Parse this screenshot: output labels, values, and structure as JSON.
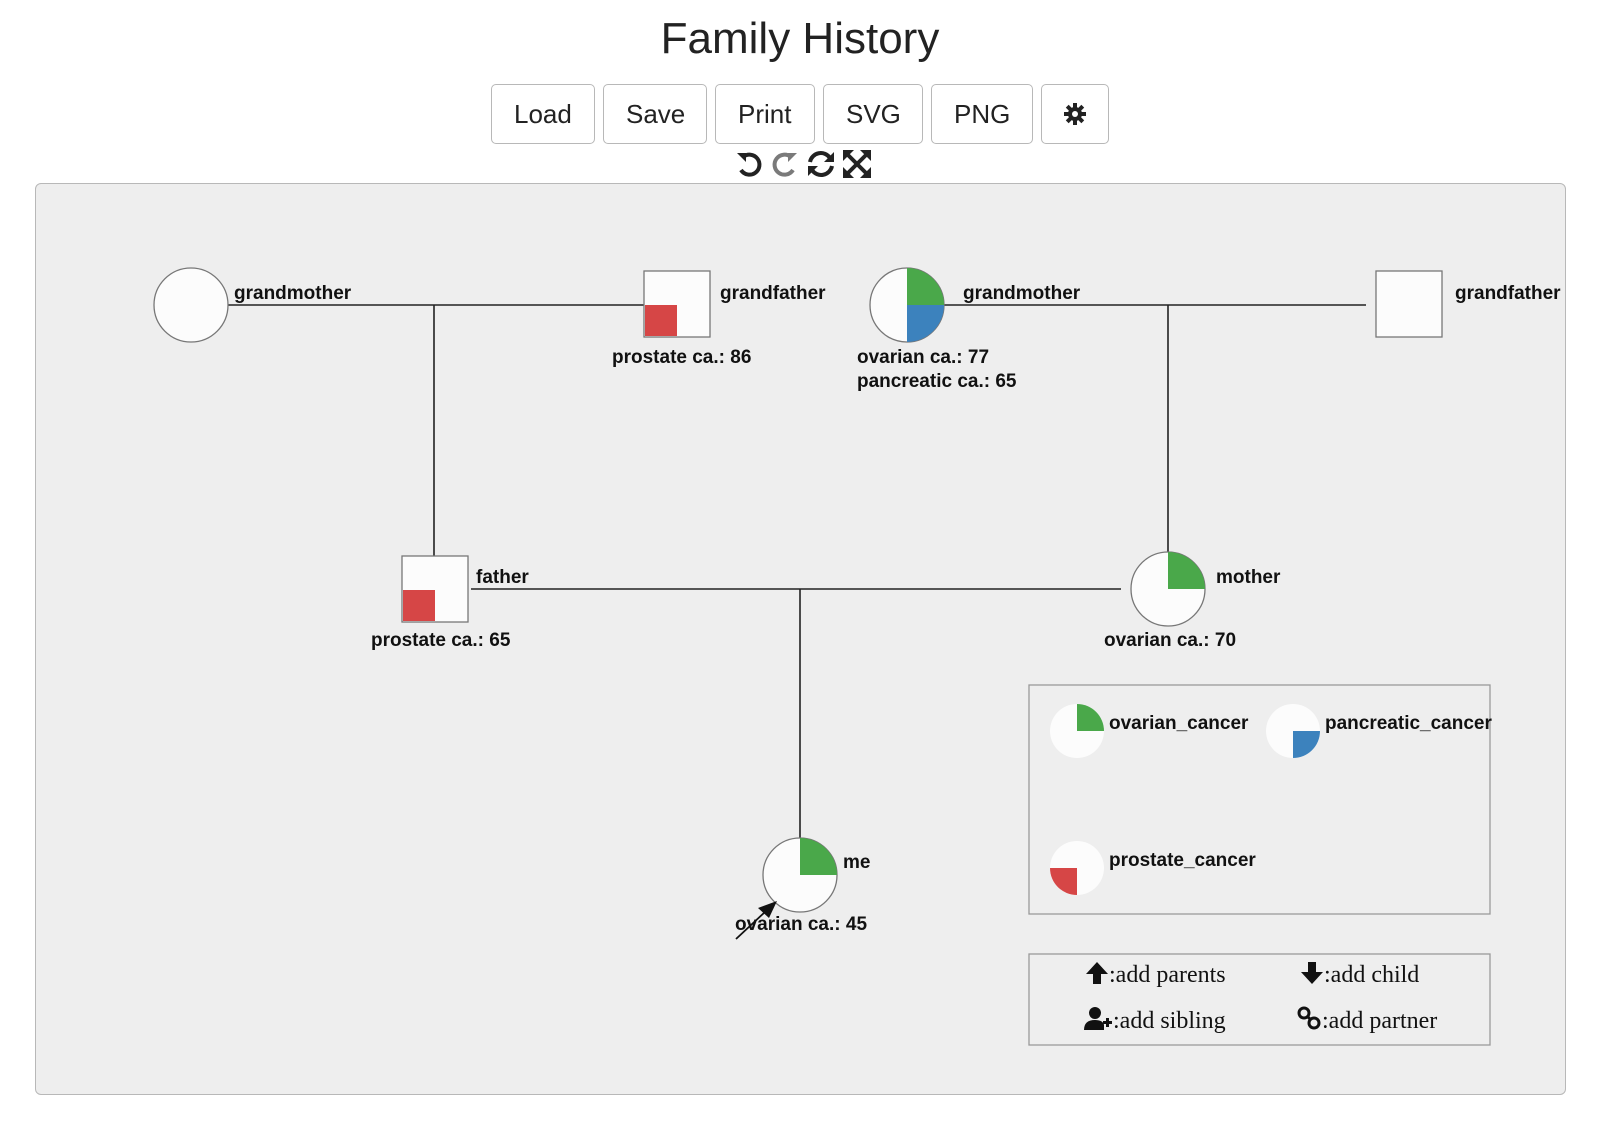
{
  "title": "Family History",
  "toolbar": {
    "load": "Load",
    "save": "Save",
    "print": "Print",
    "svg": "SVG",
    "png": "PNG",
    "gear_icon": "gear-icon"
  },
  "actions": [
    "undo-icon",
    "redo-icon",
    "reset-icon",
    "fullscreen-icon"
  ],
  "colors": {
    "ovarian_cancer": "#4aa84a",
    "pancreatic_cancer": "#3c82bd",
    "prostate_cancer": "#d64646"
  },
  "pedigree": {
    "gm_pat": {
      "name": "grandmother"
    },
    "gf_pat": {
      "name": "grandfather",
      "note1": "prostate ca.: 86"
    },
    "gm_mat": {
      "name": "grandmother",
      "note1": "ovarian ca.: 77",
      "note2": "pancreatic ca.: 65"
    },
    "gf_mat": {
      "name": "grandfather"
    },
    "father": {
      "name": "father",
      "note1": "prostate ca.: 65"
    },
    "mother": {
      "name": "mother",
      "note1": "ovarian ca.: 70"
    },
    "me": {
      "name": "me",
      "note1": "ovarian ca.: 45"
    }
  },
  "legend": {
    "ovarian": "ovarian_cancer",
    "pancreatic": "pancreatic_cancer",
    "prostate": "prostate_cancer"
  },
  "help": {
    "add_parents": ":add parents",
    "add_child": ":add child",
    "add_sibling": ":add sibling",
    "add_partner": ":add partner"
  }
}
